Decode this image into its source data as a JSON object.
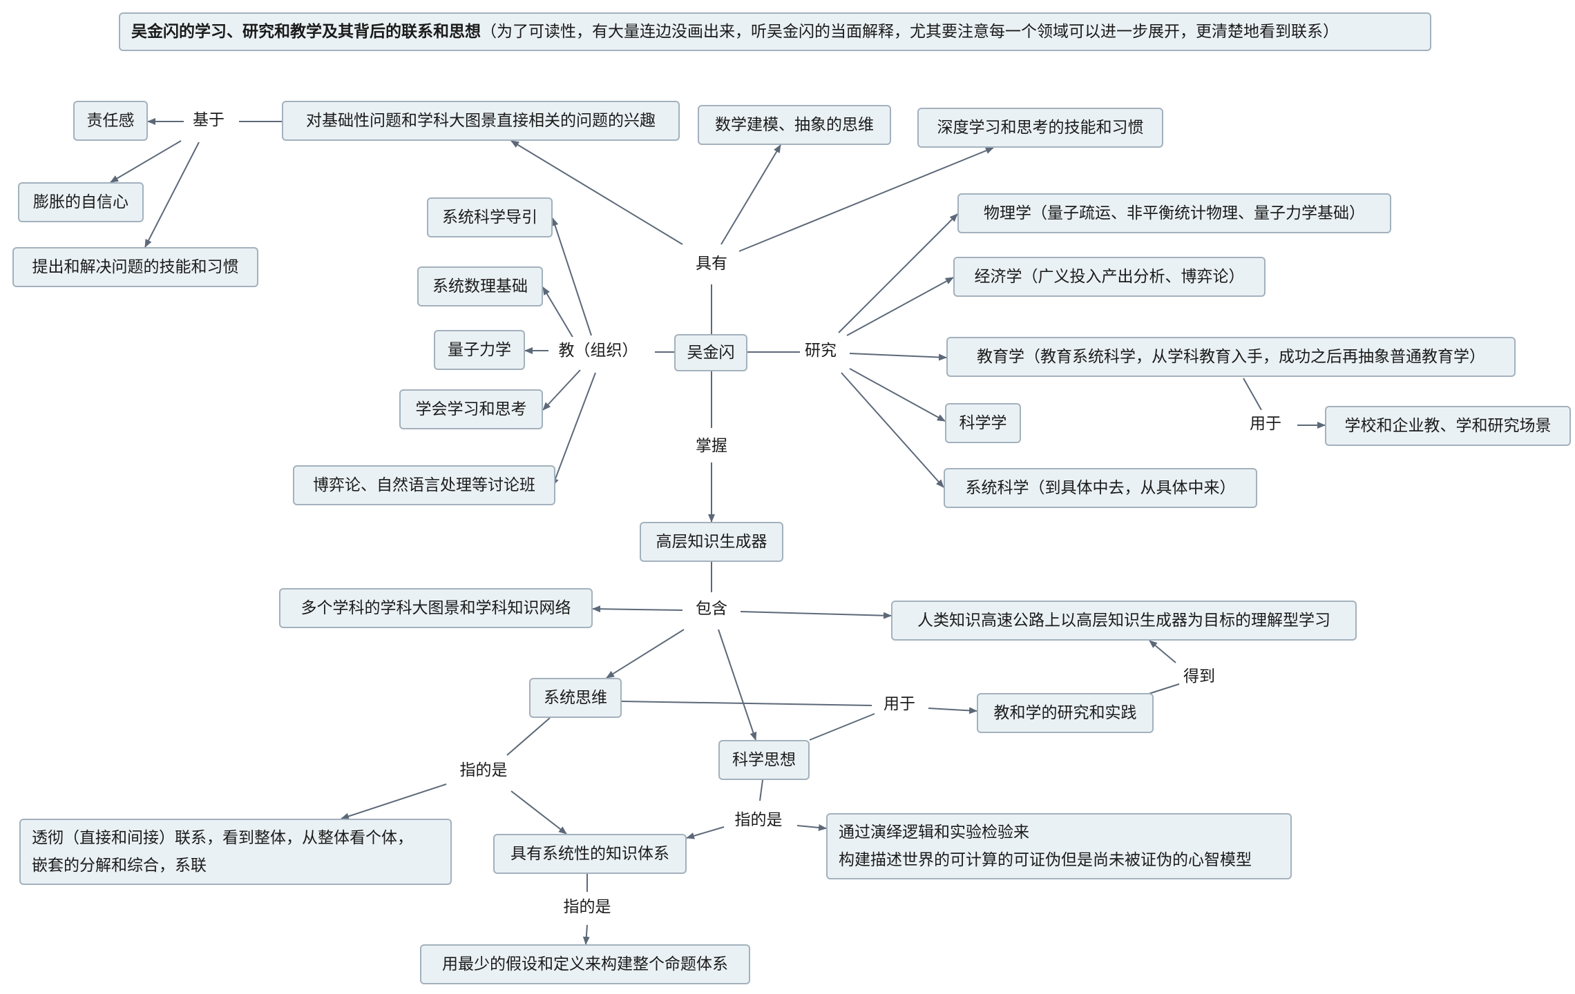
{
  "title": {
    "bold": "吴金闪的学习、研究和教学及其背后的联系和思想",
    "rest": "（为了可读性，有大量连边没画出来，听吴金闪的当面解释，尤其要注意每一个领域可以进一步展开，更清楚地看到联系）"
  },
  "nodes": {
    "center": "吴金闪",
    "responsibility": "责任感",
    "confidence": "膨胀的自信心",
    "problem_skills": "提出和解决问题的技能和习惯",
    "interest": "对基础性问题和学科大图景直接相关的问题的兴趣",
    "math_model": "数学建模、抽象的思维",
    "deep_learning": "深度学习和思考的技能和习惯",
    "sys_sci_intro": "系统科学导引",
    "sys_math": "系统数理基础",
    "quantum": "量子力学",
    "learn_think": "学会学习和思考",
    "seminar": "博弈论、自然语言处理等讨论班",
    "physics": "物理学（量子疏运、非平衡统计物理、量子力学基础）",
    "economics": "经济学（广义投入产出分析、博弈论）",
    "education": "教育学（教育系统科学，从学科教育入手，成功之后再抽象普通教育学）",
    "science_of_science": "科学学",
    "systems_science": "系统科学（到具体中去，从具体中来）",
    "school": "学校和企业教、学和研究场景",
    "generator": "高层知识生成器",
    "big_picture": "多个学科的学科大图景和学科知识网络",
    "highway": "人类知识高速公路上以高层知识生成器为目标的理解型学习",
    "systems_thinking": "系统思维",
    "teaching_research": "教和学的研究和实践",
    "scientific_thinking": "科学思想",
    "holistic_line1": "透彻（直接和间接）联系，看到整体，从整体看个体，",
    "holistic_line2": "嵌套的分解和综合，系联",
    "knowledge_system": "具有系统性的知识体系",
    "deductive_line1": "通过演绎逻辑和实验检验来",
    "deductive_line2": "构建描述世界的可计算的可证伪但是尚未被证伪的心智模型",
    "minimal_axioms": "用最少的假设和定义来构建整个命题体系"
  },
  "labels": {
    "based_on": "基于",
    "has": "具有",
    "teach": "教（组织）",
    "research": "研究",
    "master": "掌握",
    "used_for_school": "用于",
    "contains": "包含",
    "used_for_practice": "用于",
    "obtain": "得到",
    "refers_sys": "指的是",
    "refers_sci": "指的是",
    "refers_know": "指的是"
  },
  "colors": {
    "node_fill": "#eaf1f4",
    "node_border": "#a3b1bd",
    "edge": "#5c6878",
    "text": "#1a1a1a"
  }
}
